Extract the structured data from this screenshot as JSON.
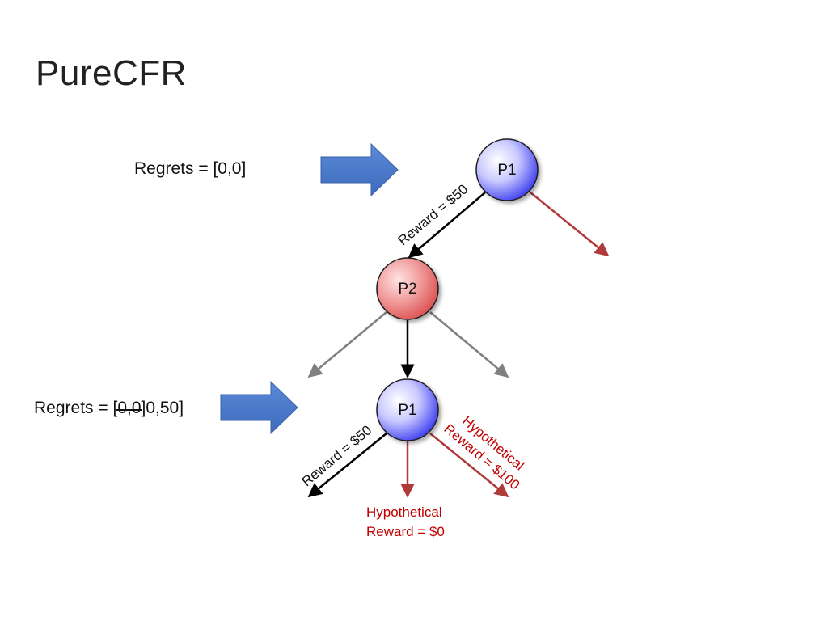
{
  "slide": {
    "title": "PureCFR"
  },
  "regrets": {
    "top": "Regrets = [0,0]",
    "bottom_prefix": "Regrets = [",
    "bottom_old": "0,0",
    "bottom_sep": "]",
    "bottom_new": "0,50]"
  },
  "nodes": {
    "root": "P1",
    "middle": "P2",
    "leaf": "P1"
  },
  "edges": {
    "root_left": "Reward = $50",
    "leaf_left": "Reward = $50",
    "leaf_right_line1": "Hypothetical",
    "leaf_right_line2": "Reward = $100",
    "leaf_down_line1": "Hypothetical",
    "leaf_down_line2": "Reward = $0"
  },
  "colors": {
    "arrow_block": "#4472c4",
    "node_p1": "#3a3aff",
    "node_p2": "#e05a5a",
    "edge_black": "#000000",
    "edge_red": "#b03a3a",
    "edge_gray": "#808080",
    "hypothetical_text": "#c00000"
  }
}
